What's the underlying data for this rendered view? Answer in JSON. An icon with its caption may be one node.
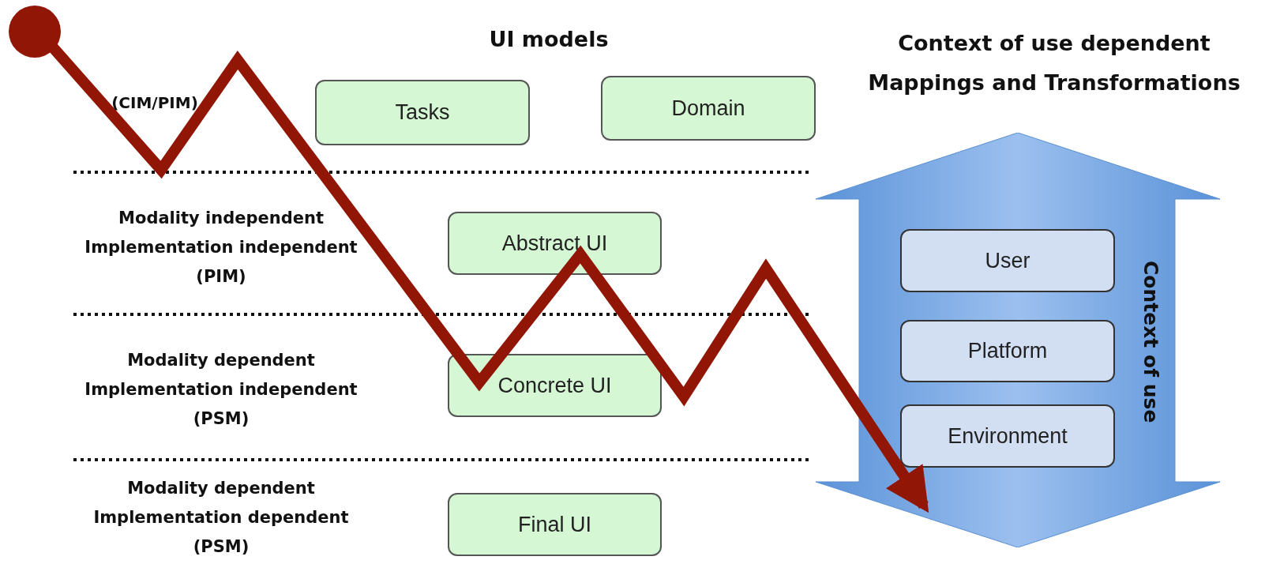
{
  "diagram": {
    "nodes": [
      {
        "text": [
          "Tasks"
        ]
      },
      {
        "text": [
          "Domain"
        ]
      },
      {
        "text": [
          "Abstract UI"
        ]
      },
      {
        "text": [
          "Concrete UI"
        ]
      },
      {
        "text": [
          "Final UI"
        ]
      },
      {
        "text": [
          "Context of use"
        ]
      },
      {
        "text": [
          "User"
        ],
        "in": 5
      },
      {
        "text": [
          "Platform"
        ],
        "in": 5
      },
      {
        "text": [
          "Environment"
        ],
        "in": 5
      }
    ],
    "edges": [],
    "labels": [
      "UI models",
      "Context of use dependent Mappings and Transformations",
      "(CIM/PIM)",
      "Modality independent Implementation independent (PIM)",
      "Modality dependent Implementation independent (PSM)",
      "Modality dependent Implementation dependent (PSM)"
    ]
  }
}
